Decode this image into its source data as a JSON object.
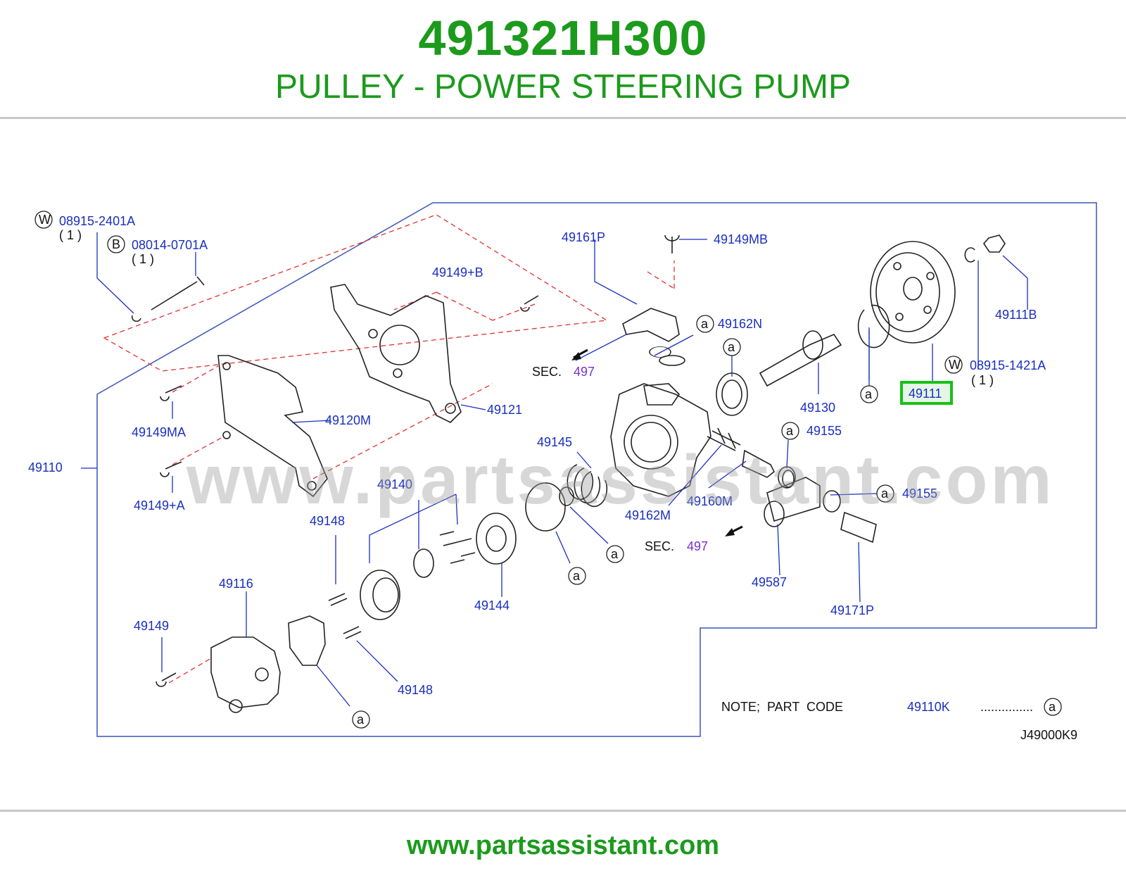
{
  "header": {
    "part_number": "491321H300",
    "part_name": "PULLEY - POWER STEERING PUMP"
  },
  "watermark": "www.partsassistant.com",
  "footer": {
    "url": "www.partsassistant.com"
  },
  "diagram": {
    "callouts": {
      "p_08915_2401A": "08915-2401A",
      "p_08915_2401A_qty": "( 1 )",
      "p_08014_0701A": "08014-0701A",
      "p_08014_0701A_qty": "( 1 )",
      "p_49161P": "49161P",
      "p_49149MB": "49149MB",
      "p_49149B": "49149+B",
      "p_49162N": "49162N",
      "p_49111B": "49111B",
      "p_08915_1421A": "08915-1421A",
      "p_08915_1421A_qty": "( 1 )",
      "p_49111": "49111",
      "p_49130": "49130",
      "p_49121": "49121",
      "p_49120M": "49120M",
      "p_49149MA": "49149MA",
      "p_49110": "49110",
      "p_49149A": "49149+A",
      "p_49145": "49145",
      "p_49155_a": "49155",
      "p_49155_b": "49155",
      "p_49140": "49140",
      "p_49148_a": "49148",
      "p_49148_b": "49148",
      "p_49162M": "49162M",
      "p_49160M": "49160M",
      "p_49116": "49116",
      "p_49144": "49144",
      "p_49587": "49587",
      "p_49171P": "49171P",
      "p_49149": "49149",
      "sec_1": "SEC.",
      "sec_1_num": "497",
      "sec_2": "SEC.",
      "sec_2_num": "497",
      "note": "NOTE;  PART  CODE",
      "note_code": "49110K",
      "note_dots": "...............",
      "diagram_code": "J49000K9"
    },
    "markers": {
      "W": "W",
      "B": "B",
      "a": "a"
    },
    "highlighted_part": "49111",
    "colors": {
      "title_green": "#1c9a1c",
      "label_blue": "#1a2fbf",
      "section_purple": "#7a2fd0",
      "highlight_green": "#18c018",
      "dash_red": "#e03030"
    }
  }
}
